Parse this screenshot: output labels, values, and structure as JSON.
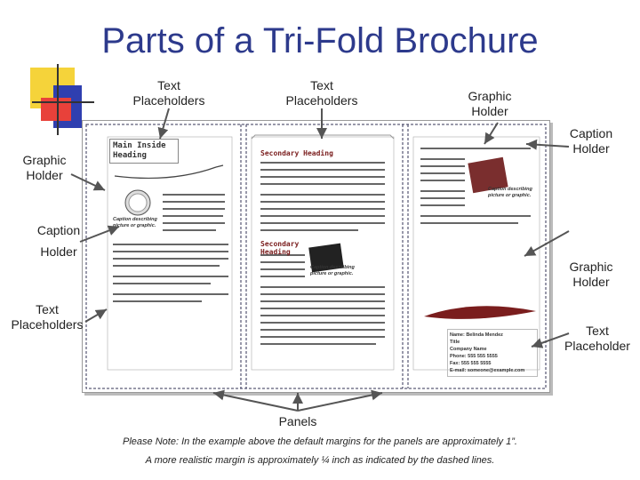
{
  "title": "Parts of a Tri-Fold Brochure",
  "labels": {
    "text_placeholders_1": "Text Placeholders",
    "text_placeholders_2": "Text Placeholders",
    "graphic_holder_top": "Graphic Holder",
    "caption_holder_right": "Caption Holder",
    "graphic_holder_left": "Graphic Holder",
    "caption_left_1": "Caption",
    "caption_left_2": "Holder",
    "graphic_holder_right": "Graphic Holder",
    "text_placeholders_left": "Text Placeholders",
    "text_placeholder_right": "Text Placeholder",
    "panels": "Panels"
  },
  "brochure": {
    "main_heading": "Main Inside Heading",
    "secondary_heading": "Secondary Heading",
    "secondary_heading_2": "Secondary Heading",
    "caption_left": "Caption describing picture or graphic.",
    "caption_mid": "Caption describing picture or graphic.",
    "caption_right": "Caption describing picture or graphic.",
    "contact_name": "Name: Belinda Mendez",
    "contact_lines": [
      "Title",
      "Company Name",
      "Phone: 555 555 5555",
      "Fax: 555 555 5555",
      "E-mail: someone@example.com"
    ]
  },
  "notes": {
    "line1": "Please Note:  In the example above the default margins for the panels are approximately 1”.",
    "line2": "A more realistic margin is approximately ¼ inch as indicated by the dashed lines."
  },
  "colors": {
    "title": "#2d3a8c",
    "arrow": "#555555",
    "deco_yellow": "#f5d33a",
    "deco_red": "#e8413a",
    "deco_blue": "#2f3fb0"
  }
}
